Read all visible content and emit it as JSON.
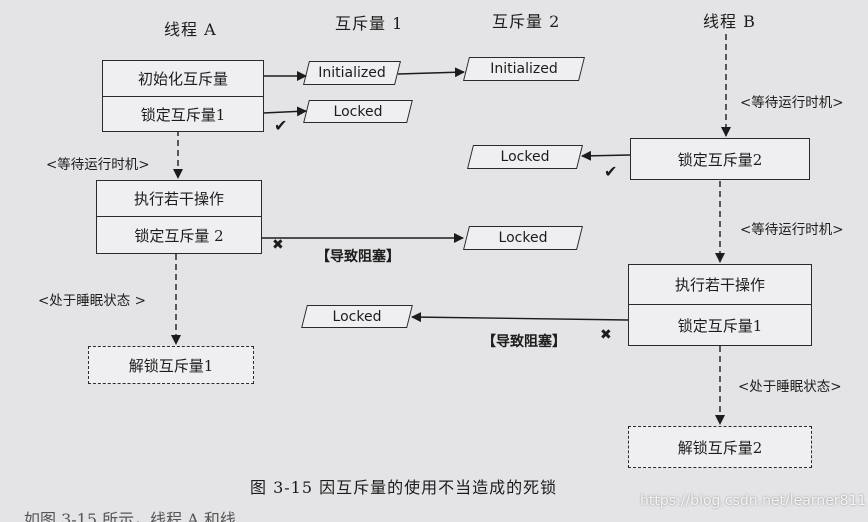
{
  "titles": {
    "thread_a": "线程 A",
    "mutex_1": "互斥量 1",
    "mutex_2": "互斥量 2",
    "thread_b": "线程 B"
  },
  "thread_a": {
    "box1_top": "初始化互斥量",
    "box1_bottom": "锁定互斥量1",
    "wait_note": "<等待运行时机>",
    "box2_top": "执行若干操作",
    "box2_bottom": "锁定互斥量 2",
    "sleep_note": "<处于睡眠状态 >",
    "unlock": "解锁互斥量1"
  },
  "thread_b": {
    "wait_note_1": "<等待运行时机>",
    "lock_box": "锁定互斥量2",
    "wait_note_2": "<等待运行时机>",
    "box2_top": "执行若干操作",
    "box2_bottom": "锁定互斥量1",
    "sleep_note": "<处于睡眠状态>",
    "unlock": "解锁互斥量2"
  },
  "states": {
    "m1_initialized": "Initialized",
    "m2_initialized": "Initialized",
    "m1_locked_a": "Locked",
    "m2_locked_b": "Locked",
    "m2_locked_blocked": "Locked",
    "m1_locked_blocked": "Locked"
  },
  "labels": {
    "block_a": "【导致阻塞】",
    "block_b": "【导致阻塞】",
    "check_a": "✔",
    "check_b": "✔",
    "cross_a": "✖",
    "cross_b": "✖"
  },
  "caption": "图 3-15 因互斥量的使用不当造成的死锁",
  "footer_text": "如图 3-15 所示，线程 A 和线",
  "watermark": "https://blog.csdn.net/learner811"
}
